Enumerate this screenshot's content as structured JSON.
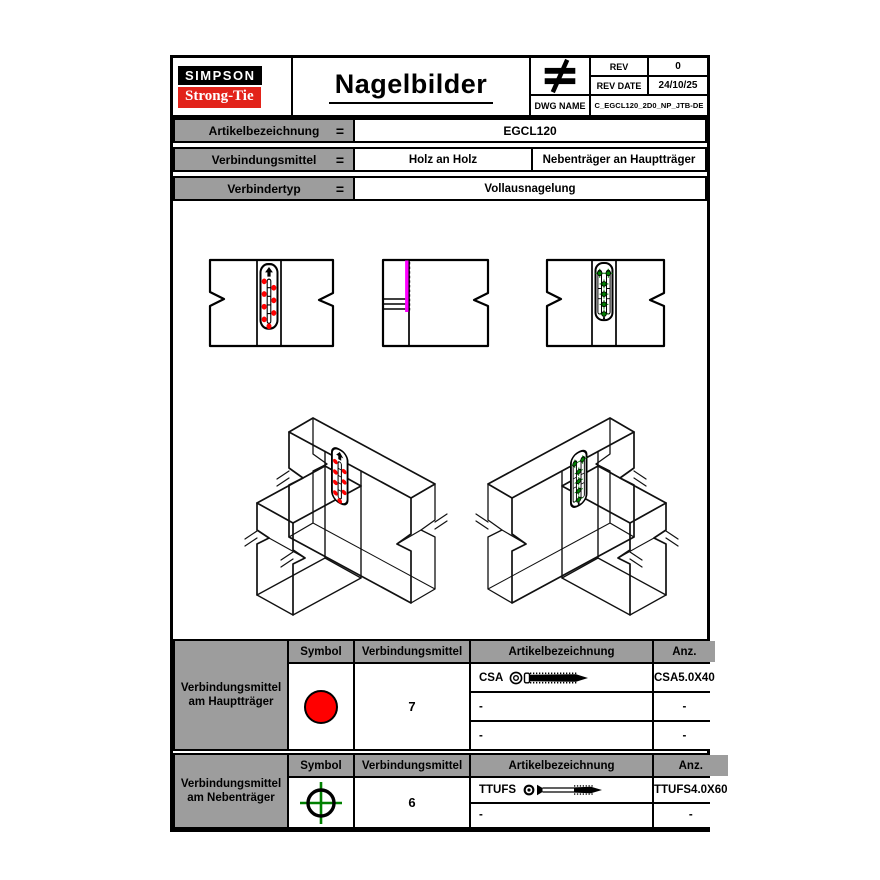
{
  "header": {
    "logo_line1": "SIMPSON",
    "logo_line2": "Strong-Tie",
    "logo_red": "#e2231a",
    "title": "Nagelbilder",
    "neq_symbol": "≠",
    "rev_label": "REV",
    "rev_value": "0",
    "rev_date_label": "REV DATE",
    "rev_date_value": "24/10/25",
    "dwg_label": "DWG NAME",
    "dwg_value": "C_EGCL120_2D0_NP_JTB-DE"
  },
  "info_rows": [
    {
      "label": "Artikelbezeichnung",
      "eq": "=",
      "value": "EGCL120"
    },
    {
      "label": "Verbindungsmittel",
      "eq": "=",
      "value_left": "Holz an Holz",
      "value_right": "Nebenträger an Hauptträger"
    },
    {
      "label": "Verbindertyp",
      "eq": "=",
      "value": "Vollausnagelung"
    }
  ],
  "table_headers": {
    "symbol": "Symbol",
    "fastener": "Verbindungsmittel",
    "article": "Artikelbezeichnung",
    "qty": "Anz."
  },
  "hauptrager_table": {
    "group_label_line1": "Verbindungsmittel",
    "group_label_line2": "am Hauptträger",
    "symbol_name": "red-circle",
    "symbol_color": "#ff0000",
    "rows": [
      {
        "fastener": "CSA",
        "article": "CSA5.0X40"
      },
      {
        "fastener": "-",
        "article": "-"
      },
      {
        "fastener": "-",
        "article": "-"
      }
    ],
    "qty": "7"
  },
  "nebentrager_table": {
    "group_label_line1": "Verbindungsmittel",
    "group_label_line2": "am Nebenträger",
    "symbol_name": "green-crosshair-circle",
    "symbol_color": "#008000",
    "rows": [
      {
        "fastener": "TTUFS",
        "article": "TTUFS4.0X60"
      },
      {
        "fastener": "-",
        "article": "-"
      }
    ],
    "qty": "6"
  },
  "drawing_colors": {
    "hauptrager_nail": "#ff0000",
    "nebentrager_nail": "#008000",
    "plate_edge_highlight": "#ff00ff"
  }
}
